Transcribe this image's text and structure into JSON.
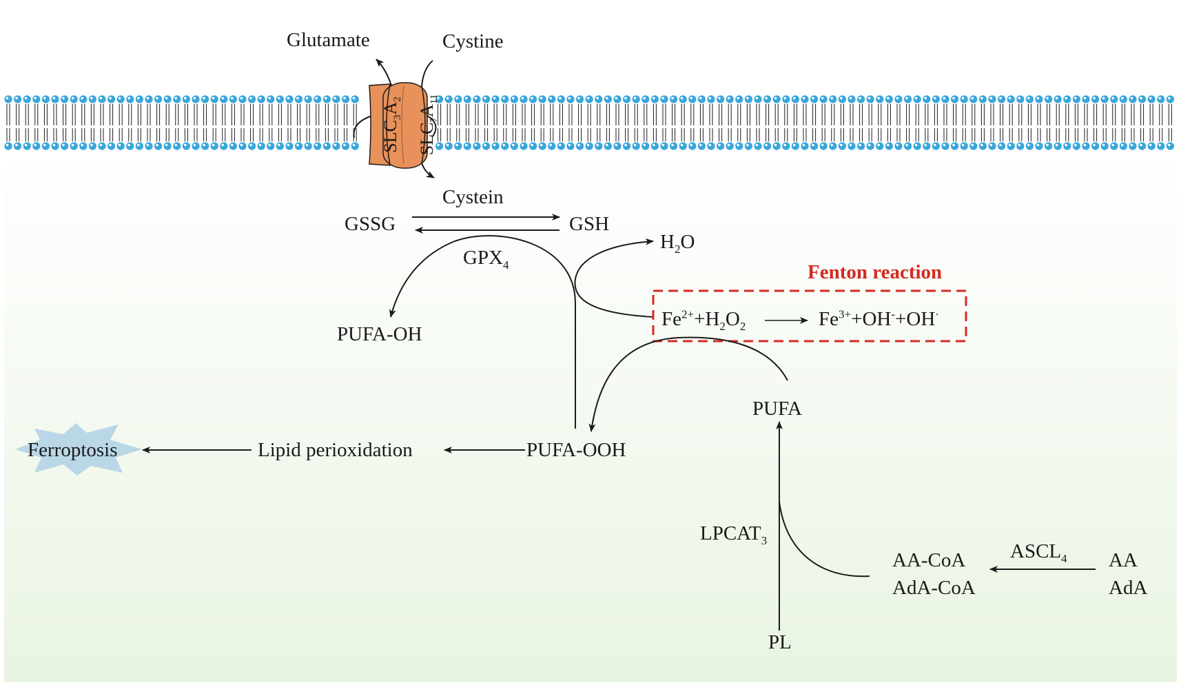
{
  "membrane": {
    "outside": {
      "glutamate": "Glutamate",
      "cystine": "Cystine"
    },
    "transporter": {
      "left": {
        "base": "SLC",
        "sub1": "3",
        "mid": "A",
        "sub2": "2"
      },
      "right": {
        "base": "SLC",
        "sub1": "7",
        "mid": "A",
        "sub2": "11"
      },
      "color": "#e8915a"
    },
    "head_color": "#3aa6dc"
  },
  "pathway": {
    "cystein": "Cystein",
    "gssg": "GSSG",
    "gsh": "GSH",
    "gpx": {
      "base": "GPX",
      "sub": "4"
    },
    "water": {
      "a": "H",
      "sub": "2",
      "b": "O"
    },
    "pufa_oh": "PUFA-OH",
    "pufa_ooh": "PUFA-OOH",
    "lipid": "Lipid perioxidation",
    "ferroptosis": "Ferroptosis",
    "pufa": "PUFA",
    "lpcat": {
      "base": "LPCAT",
      "sub": "3"
    },
    "pl": "PL",
    "aa_coa": "AA-CoA",
    "ada_coa": "AdA-CoA",
    "ascl": {
      "base": "ASCL",
      "sub": "4"
    },
    "aa": "AA",
    "ada": "AdA"
  },
  "fenton": {
    "title": "Fenton reaction",
    "color": "#d42a20",
    "left": {
      "fe": "Fe",
      "fe_sup": "2+",
      "plus_h": "+H",
      "h_sub": "2",
      "o": "O",
      "o_sub": "2"
    },
    "right": {
      "fe": "Fe",
      "fe_sup": "3+",
      "oh1": "+OH",
      "oh1_sup": "-",
      "oh2": "+OH",
      "oh2_sup": "·"
    }
  }
}
